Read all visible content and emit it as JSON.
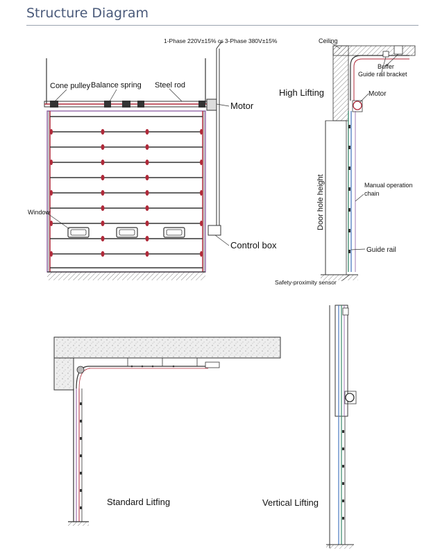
{
  "page": {
    "title": "Structure Diagram"
  },
  "top_left": {
    "power_label": "1-Phase 220V±15% or 3-Phase 380V±15%",
    "cone_pulley": "Cone pulley",
    "balance_spring": "Balance spring",
    "steel_rod": "Steel rod",
    "motor": "Motor",
    "window": "Window",
    "control_box": "Control box"
  },
  "top_right": {
    "heading": "High Lifting",
    "ceiling": "Ceiling",
    "buffer": "Buffer",
    "guide_rail_bracket": "Guide rail bracket",
    "motor": "Motor",
    "door_hole_height": "Door hole height",
    "manual_chain_line1": "Manual operation",
    "manual_chain_line2": "chain",
    "guide_rail": "Guide rail",
    "safety_sensor": "Safety-proximity sensor"
  },
  "bottom_left": {
    "heading": "Standard Litfing"
  },
  "bottom_right": {
    "heading": "Vertical Lifting"
  },
  "colors": {
    "accent_title": "#4a5a7a",
    "rail_red": "#b02a3a",
    "panel_purple": "#8a5aa0",
    "rail_green": "#3a8a6a",
    "rail_blue": "#4a7ac0",
    "line_dark": "#333333"
  }
}
